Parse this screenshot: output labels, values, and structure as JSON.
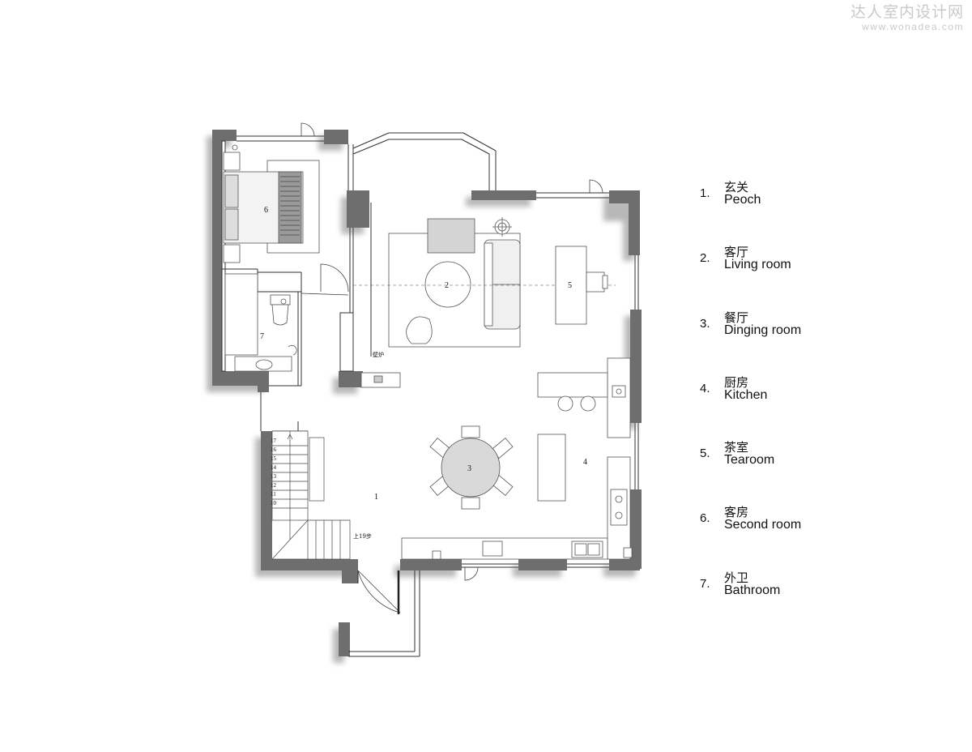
{
  "watermark": {
    "title": "达人室内设计网",
    "url": "www.wonadea.com"
  },
  "legend": [
    {
      "num": "1.",
      "zh": "玄关",
      "en": "Peoch"
    },
    {
      "num": "2.",
      "zh": "客厅",
      "en": "Living room"
    },
    {
      "num": "3.",
      "zh": "餐厅",
      "en": "Dinging room"
    },
    {
      "num": "4.",
      "zh": "厨房",
      "en": "Kitchen"
    },
    {
      "num": "5.",
      "zh": "茶室",
      "en": "Tearoom"
    },
    {
      "num": "6.",
      "zh": "客房",
      "en": "Second room"
    },
    {
      "num": "7.",
      "zh": "外卫",
      "en": "Bathroom"
    }
  ],
  "plan": {
    "room_numbers": [
      "1",
      "2",
      "3",
      "4",
      "5",
      "6",
      "7"
    ],
    "stair_steps": [
      "17",
      "16",
      "15",
      "14",
      "13",
      "12",
      "11",
      "10"
    ],
    "stair_note": "上19步",
    "wall_note": "壁炉"
  },
  "colors": {
    "wall": "#6e6e6e",
    "shadow": "#b5b5b5",
    "furniture": "#f3f3f3",
    "line": "#333333"
  }
}
